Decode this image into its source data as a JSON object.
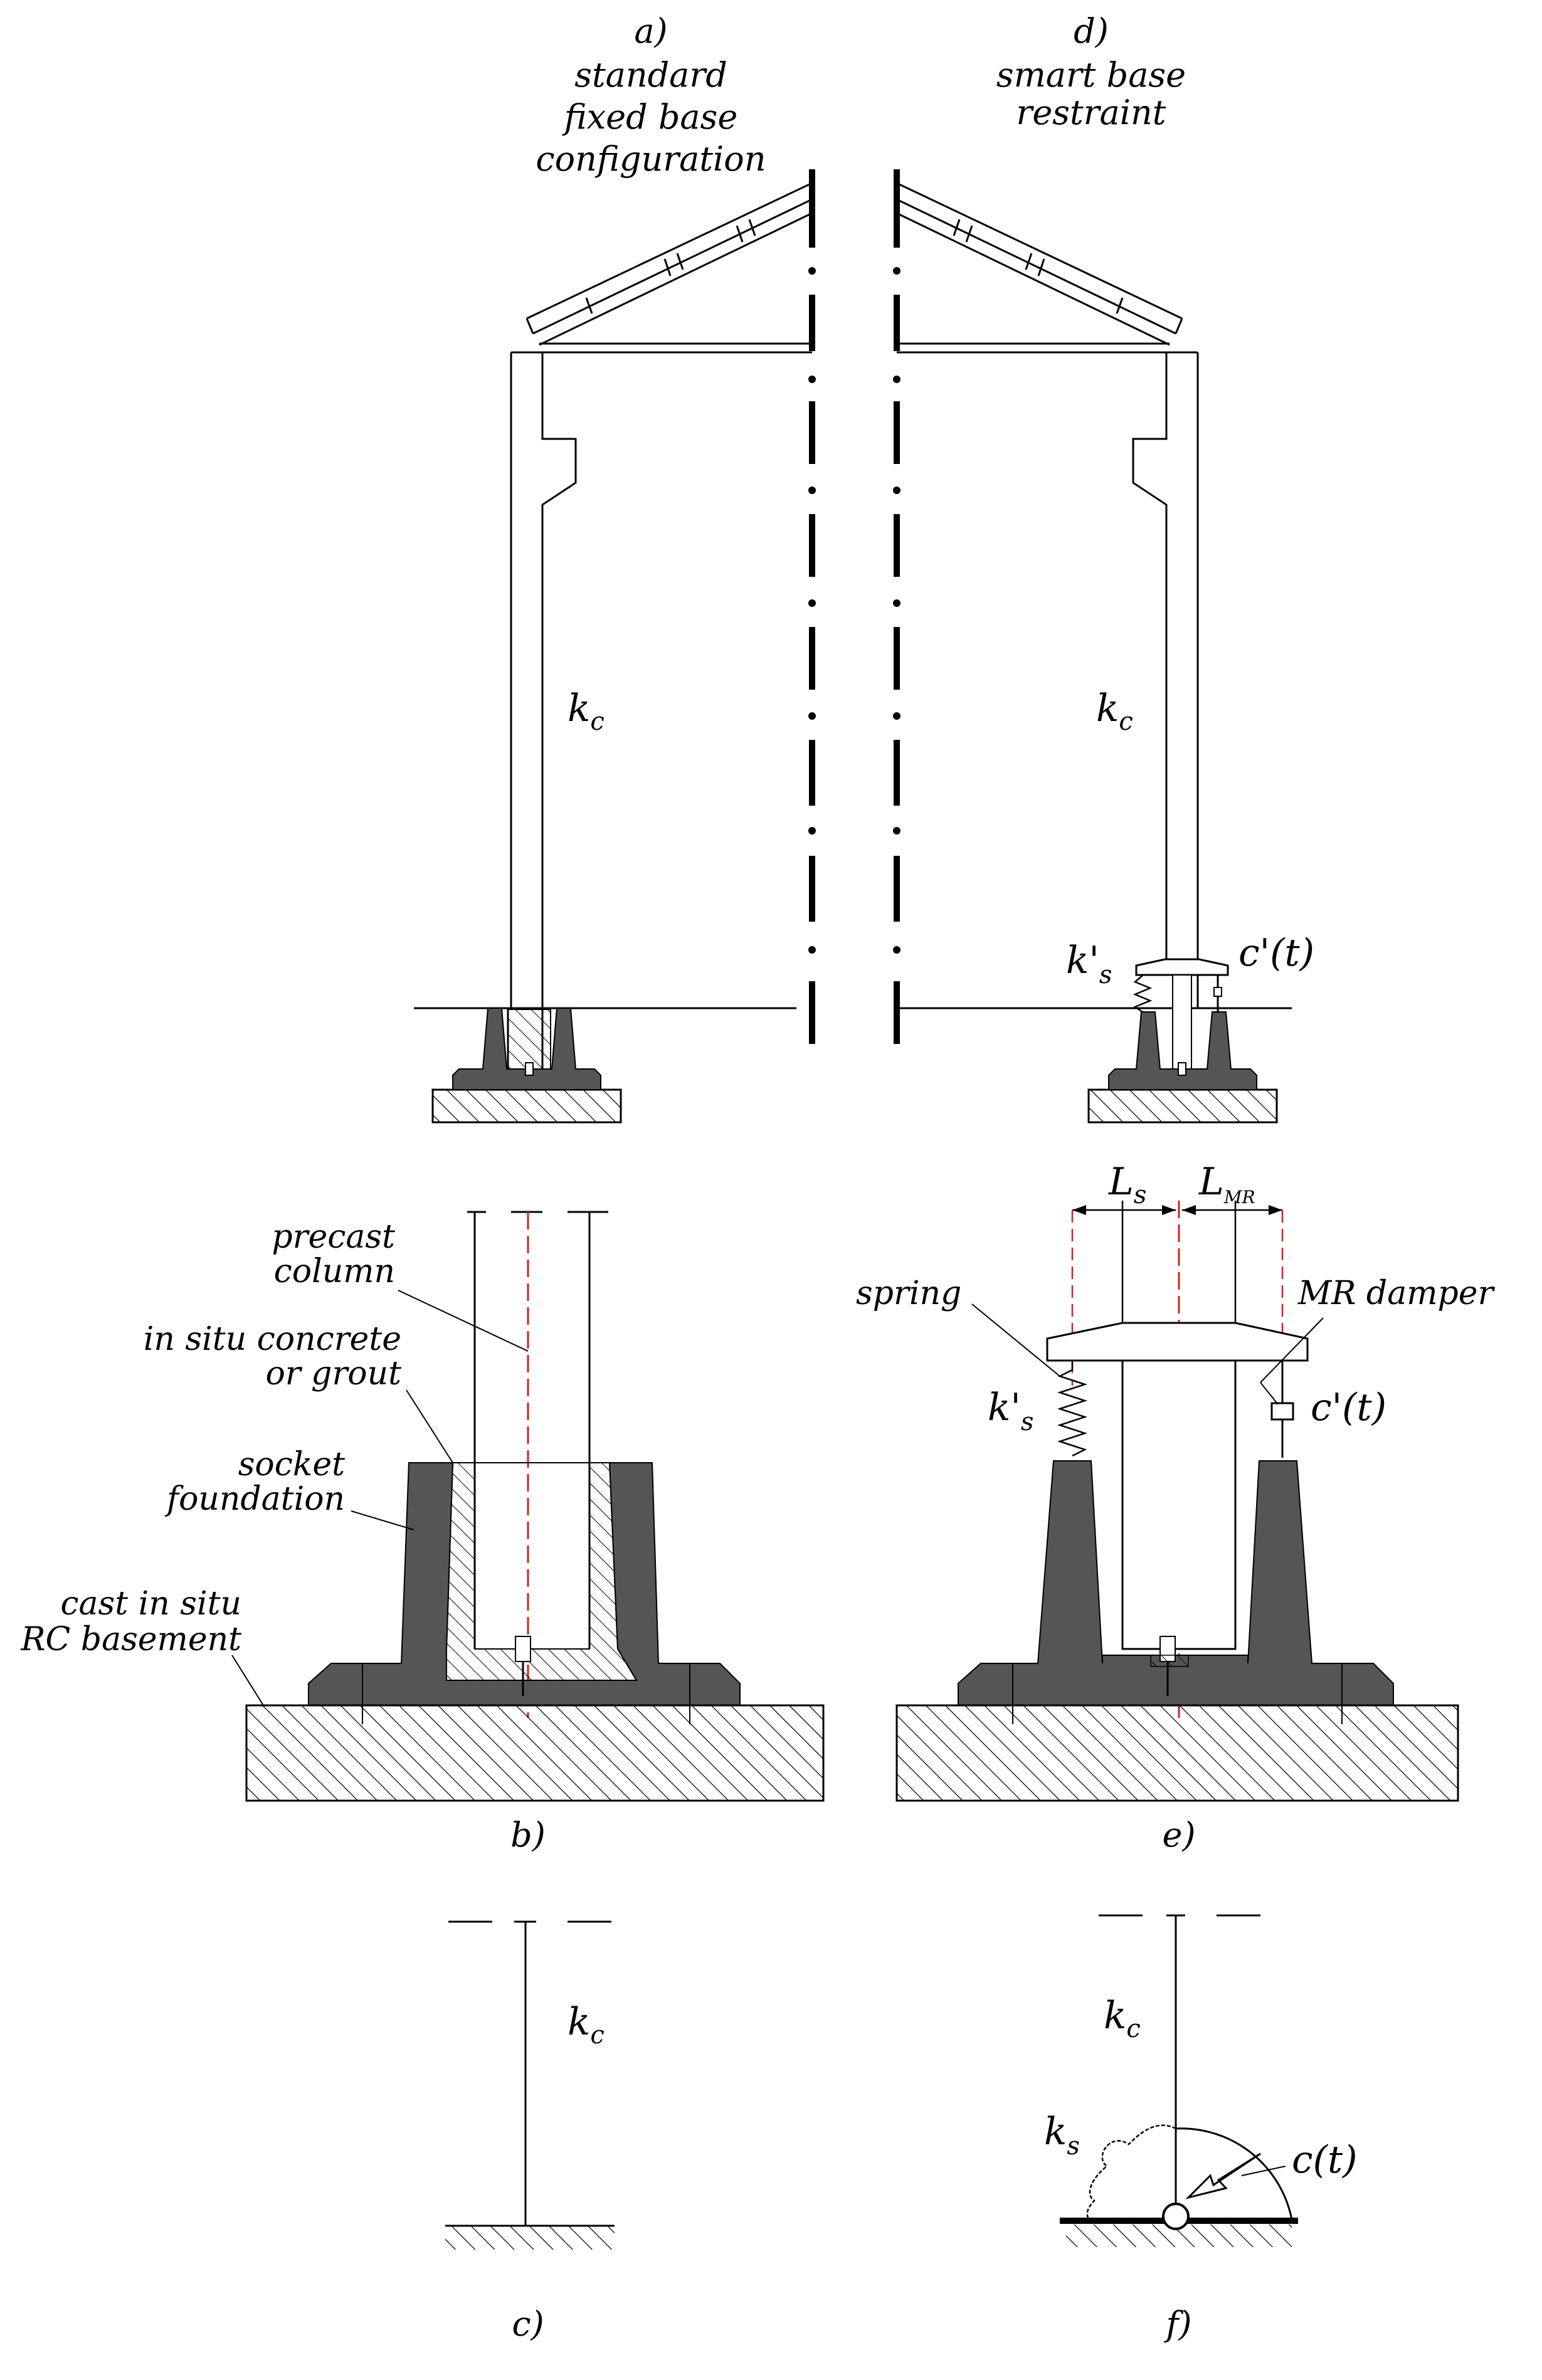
{
  "panels": {
    "a": {
      "caption": "a)",
      "title_lines": [
        "standard",
        "fixed base",
        "configuration"
      ],
      "stiffness_label": "k",
      "stiffness_sub": "c"
    },
    "d": {
      "caption": "d)",
      "title_lines": [
        "smart base",
        "restraint"
      ],
      "stiffness_label": "k",
      "stiffness_sub": "c",
      "spring_label": "k'",
      "spring_sub": "s",
      "damper_label": "c'(t)"
    },
    "b": {
      "caption": "b)",
      "callouts": [
        [
          "precast",
          "column"
        ],
        [
          "in situ concrete",
          "or grout"
        ],
        [
          "socket",
          "foundation"
        ],
        [
          "cast in situ",
          "RC basement"
        ]
      ]
    },
    "e": {
      "caption": "e)",
      "dim_left": "L",
      "dim_left_sub": "s",
      "dim_right": "L",
      "dim_right_sub": "MR",
      "spring_text": "spring",
      "damper_text": "MR damper",
      "spring_label": "k'",
      "spring_sub": "s",
      "damper_label": "c'(t)"
    },
    "c": {
      "caption": "c)",
      "stiffness_label": "k",
      "stiffness_sub": "c"
    },
    "f": {
      "caption": "f)",
      "stiffness_label": "k",
      "stiffness_sub": "c",
      "spring_label": "k",
      "spring_sub": "s",
      "damper_label": "c(t)"
    }
  },
  "colors": {
    "foundation": "#555555",
    "centerline": "#d42020",
    "line": "#000000"
  }
}
